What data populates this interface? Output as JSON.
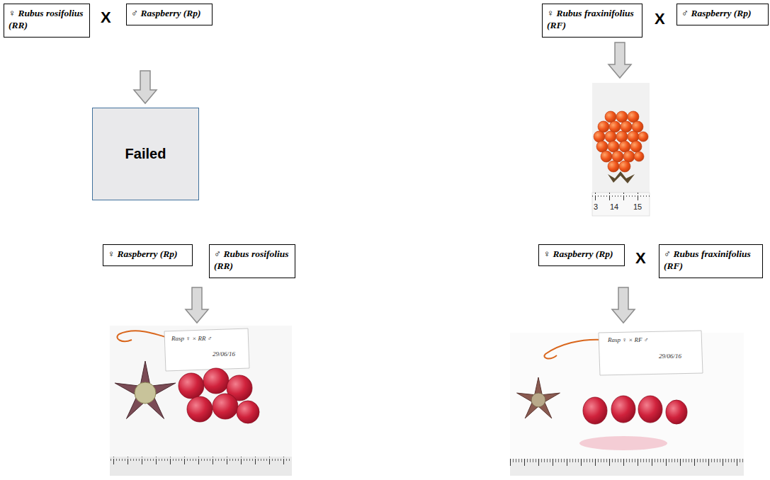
{
  "diagram": {
    "nodes": [
      {
        "text": [
          "♀ Rubus rosifolius (RR)"
        ]
      },
      {
        "text": [
          "♂ Raspberry (Rp)"
        ]
      },
      {
        "text": [
          "♀ Rubus fraxinifolius (RF)"
        ]
      },
      {
        "text": [
          "♂ Raspberry (Rp)"
        ]
      },
      {
        "text": [
          "Failed"
        ]
      },
      {
        "text": [
          "♀ Raspberry (Rp)"
        ]
      },
      {
        "text": [
          "♂ Rubus rosifolius (RR)"
        ]
      },
      {
        "text": [
          "♀ Raspberry (Rp)"
        ]
      },
      {
        "text": [
          "♂ Rubus fraxinifolius (RF)"
        ]
      }
    ],
    "labels": [
      "X",
      "X",
      "3",
      "14",
      "15",
      "X",
      "Rasp ♀ × RR ♂",
      "29/06/16",
      "Rasp ♀ × RF ♂",
      "29/06/16"
    ]
  }
}
